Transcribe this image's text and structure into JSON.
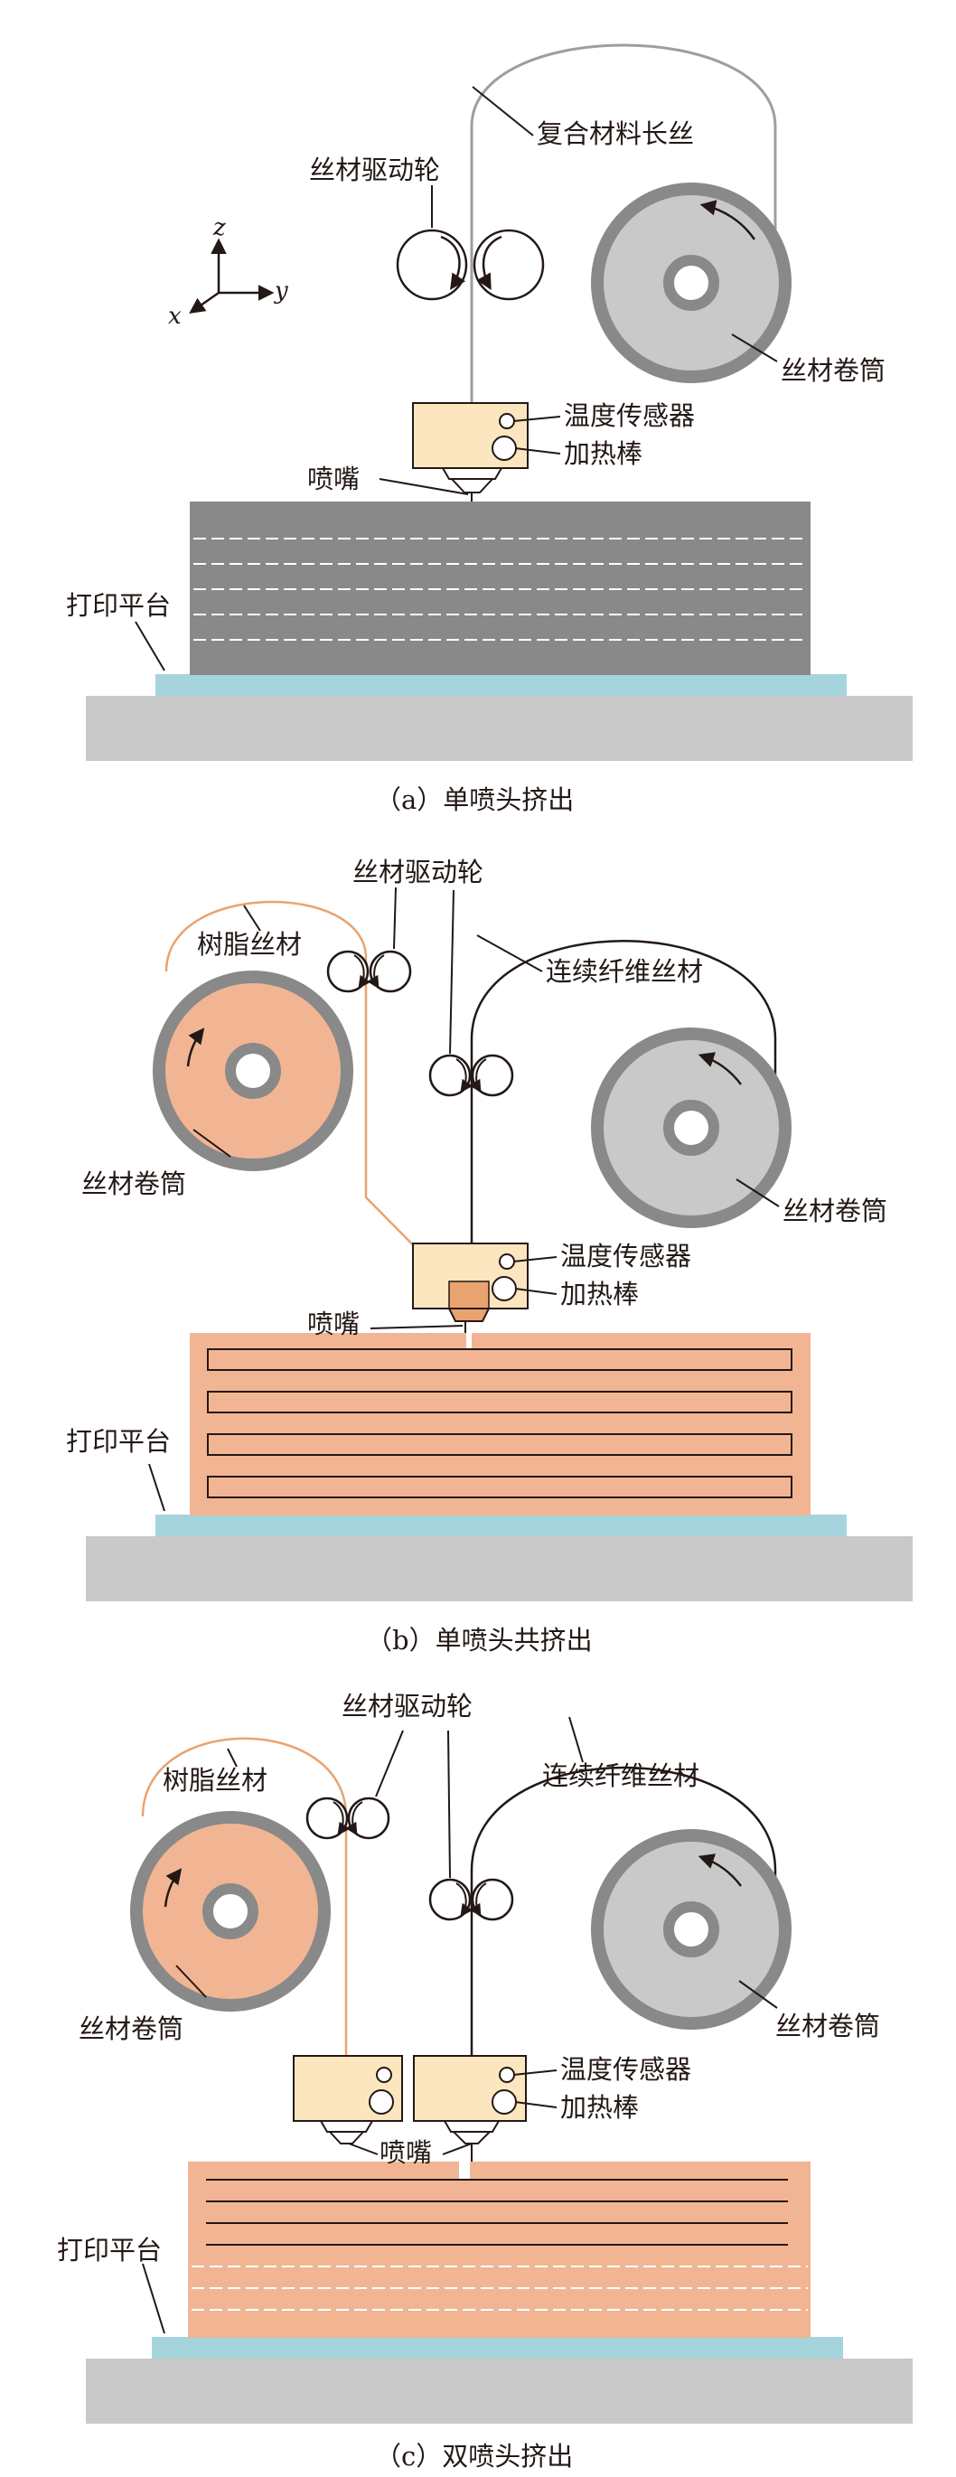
{
  "colors": {
    "platform_base": "#c9c9ca",
    "platform_top": "#a6d4dc",
    "print_layer_gray": "#898989",
    "resin": "#f2b593",
    "spool_gray": "#c9c9ca",
    "spool_rim": "#898989",
    "nozzle_block": "#fbe6bf",
    "line": "#231815",
    "filament_gray": "#9e9e9f",
    "filament_resin": "#e9a36f"
  },
  "panel_a": {
    "caption": "（a）单喷头挤出",
    "labels": {
      "composite_filament": "复合材料长丝",
      "drive_wheel": "丝材驱动轮",
      "spool": "丝材卷筒",
      "temp_sensor": "温度传感器",
      "heater": "加热棒",
      "nozzle": "喷嘴",
      "platform": "打印平台"
    },
    "axes": {
      "x": "x",
      "y": "y",
      "z": "z"
    }
  },
  "panel_b": {
    "caption": "（b）单喷头共挤出",
    "labels": {
      "resin_filament": "树脂丝材",
      "drive_wheel": "丝材驱动轮",
      "fiber_filament": "连续纤维丝材",
      "spool_left": "丝材卷筒",
      "spool_right": "丝材卷筒",
      "temp_sensor": "温度传感器",
      "heater": "加热棒",
      "nozzle": "喷嘴",
      "platform": "打印平台"
    }
  },
  "panel_c": {
    "caption": "（c）双喷头挤出",
    "labels": {
      "resin_filament": "树脂丝材",
      "drive_wheel": "丝材驱动轮",
      "fiber_filament": "连续纤维丝材",
      "spool_left": "丝材卷筒",
      "spool_right": "丝材卷筒",
      "temp_sensor": "温度传感器",
      "heater": "加热棒",
      "nozzle": "喷嘴",
      "platform": "打印平台"
    }
  }
}
